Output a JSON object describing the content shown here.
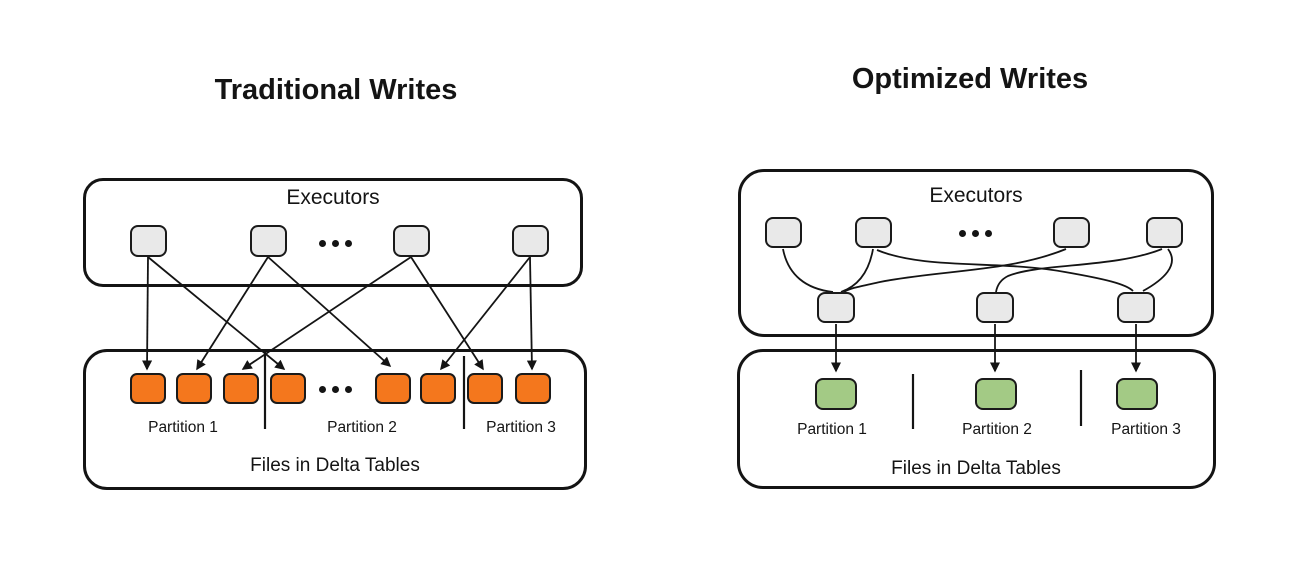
{
  "colors": {
    "background": "#ffffff",
    "box_border": "#141414",
    "executor_node_fill": "#e9e9e9",
    "traditional_file_color": "#f4771d",
    "optimized_file_color": "#a3ca85",
    "line_color": "#141414"
  },
  "diagrams": [
    {
      "title": "Traditional Writes",
      "executors_box": {
        "label": "Executors",
        "executor_count": 4,
        "ellipsis": "..."
      },
      "files_box": {
        "label": "Files in Delta Tables",
        "partitions": [
          "Partition 1",
          "Partition 2",
          "Partition 3"
        ],
        "file_count": 8,
        "files_per_partition": [
          3,
          3,
          2
        ],
        "file_color": "#f4771d"
      },
      "connections": [
        "executor-1→file-1",
        "executor-1→file-4",
        "executor-2→file-2",
        "executor-2→file-5",
        "executor-3→file-3",
        "executor-3→file-7",
        "executor-4→file-6",
        "executor-4→file-8"
      ]
    },
    {
      "title": "Optimized Writes",
      "executors_box": {
        "label": "Executors",
        "executor_count": 4,
        "shuffle_node_count": 3,
        "ellipsis": "..."
      },
      "files_box": {
        "label": "Files in Delta Tables",
        "partitions": [
          "Partition 1",
          "Partition 2",
          "Partition 3"
        ],
        "file_count": 3,
        "file_color": "#a3ca85"
      },
      "connections": [
        "executor-1→shuffle-1",
        "executor-2→shuffle-1",
        "executor-2→shuffle-3",
        "executor-3→shuffle-1",
        "executor-4→shuffle-2",
        "executor-4→shuffle-3",
        "shuffle-1→file-1",
        "shuffle-2→file-2",
        "shuffle-3→file-3"
      ]
    }
  ]
}
